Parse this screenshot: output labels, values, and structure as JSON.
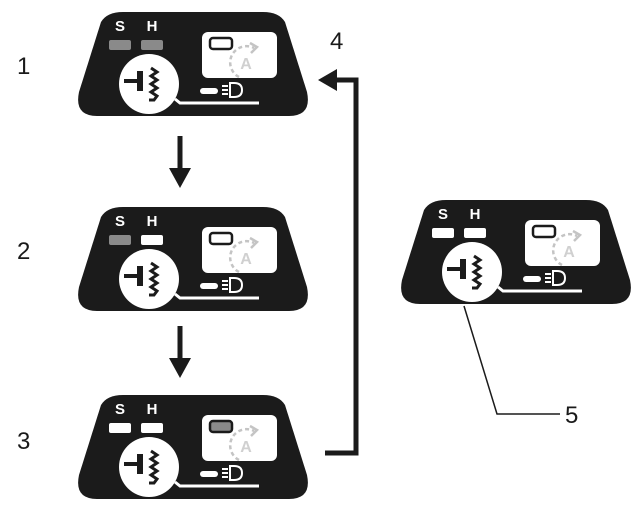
{
  "callouts": {
    "step_1": "1",
    "step_2": "2",
    "step_3": "3",
    "return_arrow": "4",
    "button_pointer": "5"
  },
  "panel_labels": {
    "s": "S",
    "h": "H",
    "auto": "A"
  },
  "panels": [
    {
      "id": "panel-1",
      "s_lamp": "gray",
      "h_lamp": "gray",
      "auto_lamp": "white"
    },
    {
      "id": "panel-2",
      "s_lamp": "gray",
      "h_lamp": "white",
      "auto_lamp": "white"
    },
    {
      "id": "panel-3",
      "s_lamp": "white",
      "h_lamp": "white",
      "auto_lamp": "gray"
    },
    {
      "id": "panel-reference",
      "s_lamp": "white",
      "h_lamp": "white",
      "auto_lamp": "white"
    }
  ],
  "icons": [
    "mode-selector-button-icon",
    "drill-bit-icon",
    "auto-mode-rotate-icon",
    "work-light-icon",
    "down-arrow-icon",
    "return-arrow-icon"
  ],
  "colors": {
    "panel_body": "#1b1b1b",
    "lamp_on": "#ffffff",
    "lamp_gray": "#8a8a8a",
    "line": "#1b1b1b",
    "dim_symbol": "#c4c4c4"
  }
}
